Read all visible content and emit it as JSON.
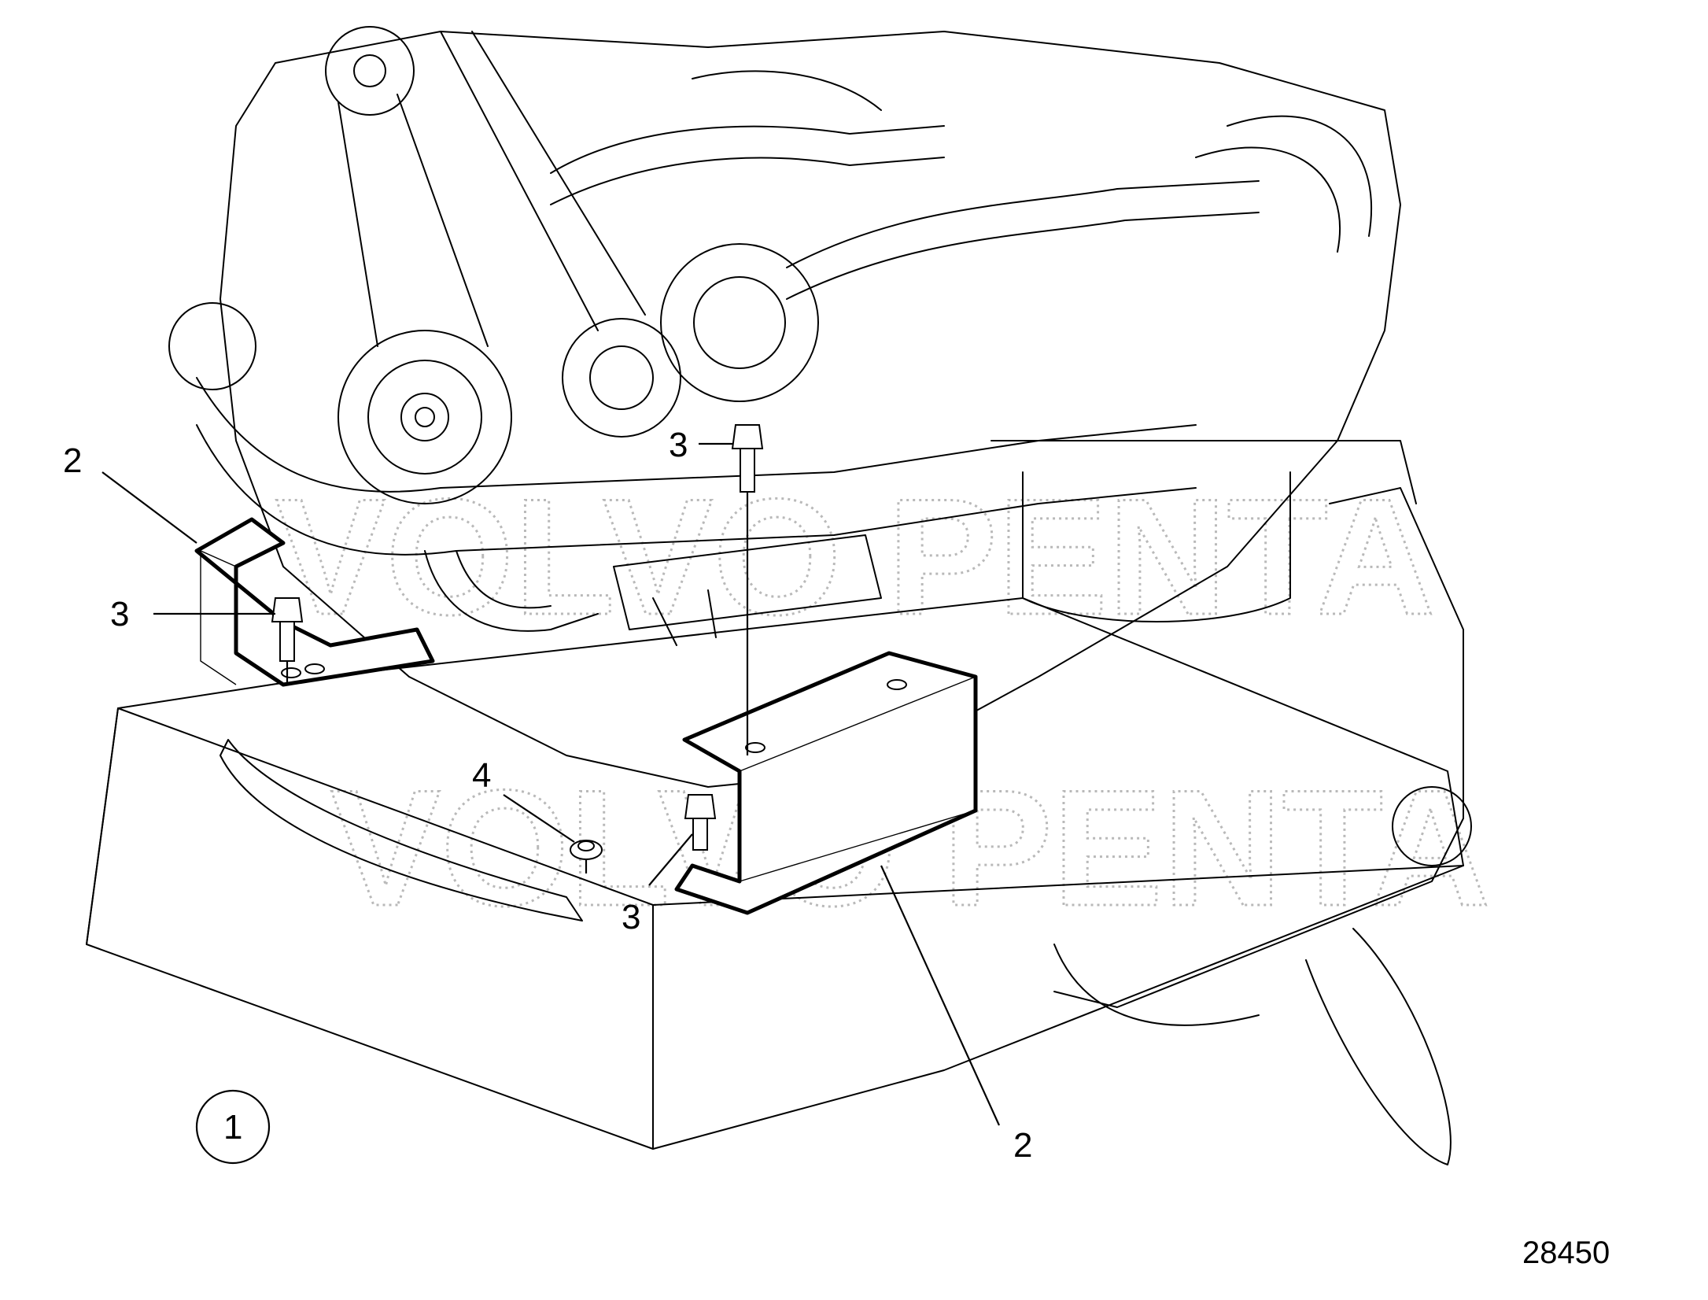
{
  "diagram": {
    "callouts": {
      "c1": "2",
      "c2": "3",
      "c3": "3",
      "c4": "4",
      "c5": "3",
      "c6": "2",
      "c7": "1"
    },
    "figure_number": "28450",
    "watermark": [
      "VOLVO PENTA",
      "VOLVO PENTA"
    ]
  }
}
